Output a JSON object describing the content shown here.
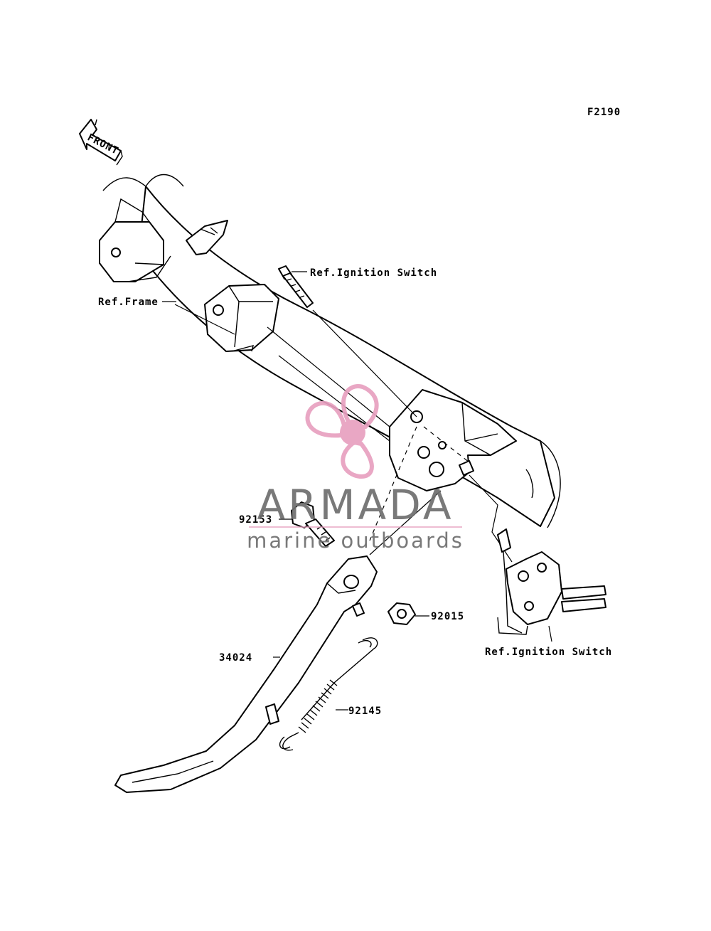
{
  "diagram_code": "F2190",
  "front_arrow_label": "FRONT",
  "labels": {
    "ref_ignition_switch_top": "Ref.Ignition Switch",
    "ref_frame": "Ref.Frame",
    "part_92153": "92153",
    "part_92015": "92015",
    "part_34024": "34024",
    "part_92145": "92145",
    "ref_ignition_switch_bottom": "Ref.Ignition Switch"
  },
  "watermark": {
    "brand": "ARMADA",
    "tagline": "marine outboards",
    "brand_color": "#6e6e6e",
    "accent_color": "#e8a0c0",
    "icon": "propeller-logo"
  }
}
